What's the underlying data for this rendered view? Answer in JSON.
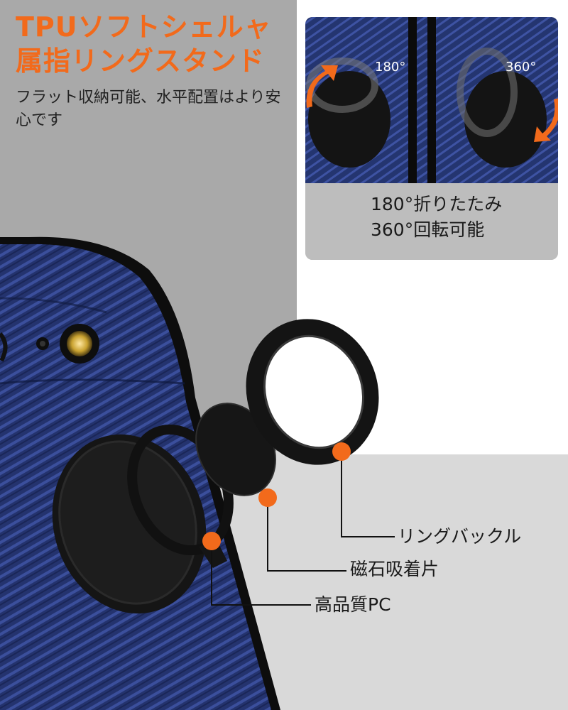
{
  "headline": {
    "line1": "TPUソフトシェルャ",
    "line2": "属指リングスタンド"
  },
  "subtitle": "フラット収納可能、水平配置はより安心です",
  "inset": {
    "left_angle": "180°",
    "right_angle": "360°",
    "caption_line1": "180°折りたたみ",
    "caption_line2": "360°回転可能"
  },
  "callouts": {
    "ring_buckle": "リングバックル",
    "magnet_sheet": "磁石吸着片",
    "pc_base": "高品質PC"
  },
  "colors": {
    "accent_orange": "#f26a1b",
    "case_navy": "#2a3a78",
    "panel_gray": "#a9a9a9",
    "lower_gray": "#d9d9d9"
  }
}
